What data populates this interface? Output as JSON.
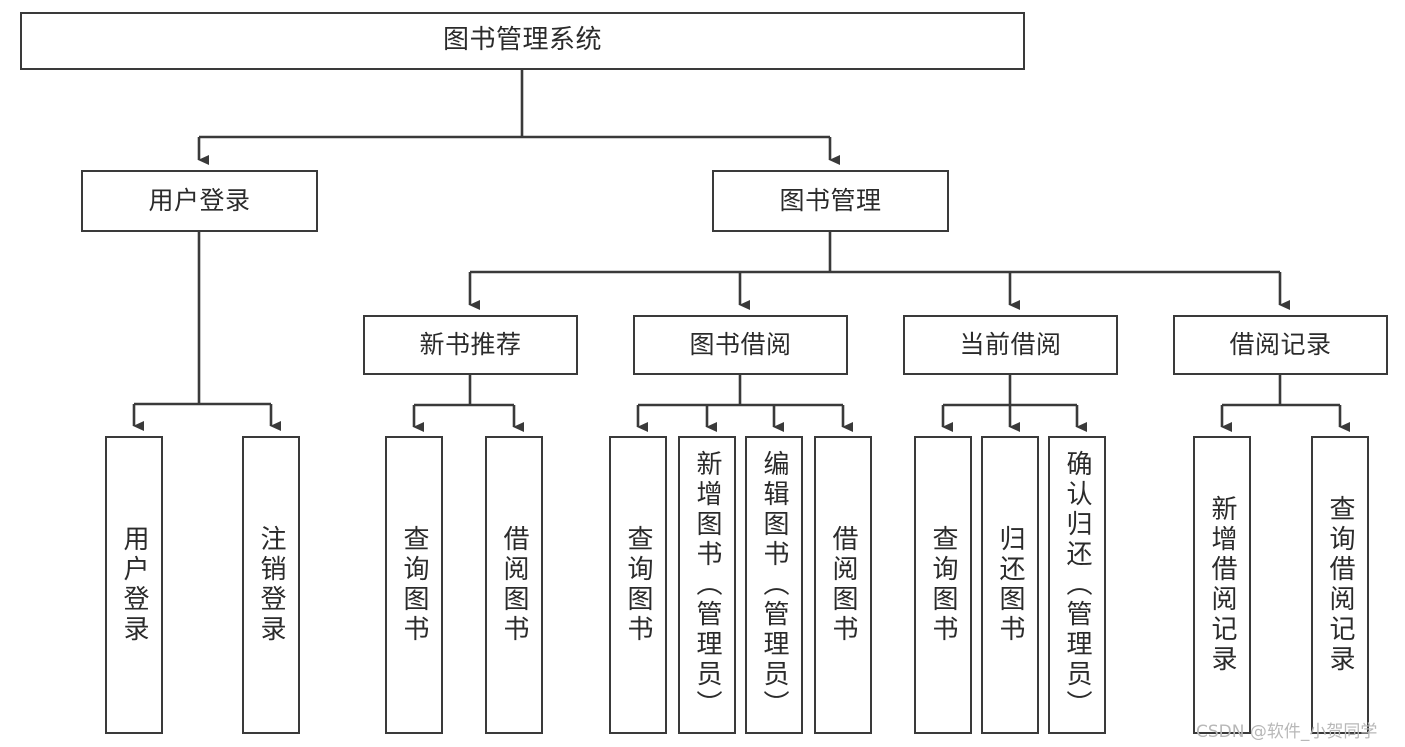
{
  "diagram": {
    "type": "tree",
    "root": {
      "label": "图书管理系统"
    },
    "level2": [
      {
        "label": "用户登录"
      },
      {
        "label": "图书管理"
      }
    ],
    "level3": [
      {
        "label": "新书推荐"
      },
      {
        "label": "图书借阅"
      },
      {
        "label": "当前借阅"
      },
      {
        "label": "借阅记录"
      }
    ],
    "leaves": {
      "user_login": [
        {
          "label": "用户登录"
        },
        {
          "label": "注销登录"
        }
      ],
      "new_book": [
        {
          "label": "查询图书"
        },
        {
          "label": "借阅图书"
        }
      ],
      "book_borrow": [
        {
          "label": "查询图书"
        },
        {
          "label": "新增图书（管理员）"
        },
        {
          "label": "编辑图书（管理员）"
        },
        {
          "label": "借阅图书"
        }
      ],
      "current_borrow": [
        {
          "label": "查询图书"
        },
        {
          "label": "归还图书"
        },
        {
          "label": "确认归还（管理员）"
        }
      ],
      "borrow_record": [
        {
          "label": "新增借阅记录"
        },
        {
          "label": "查询借阅记录"
        }
      ]
    }
  },
  "watermark": {
    "text": "CSDN @软件_小贺同学"
  },
  "colors": {
    "border": "#3a3a3a",
    "text": "#2b2b2b",
    "background": "#ffffff",
    "watermark": "#b8b8b8"
  }
}
